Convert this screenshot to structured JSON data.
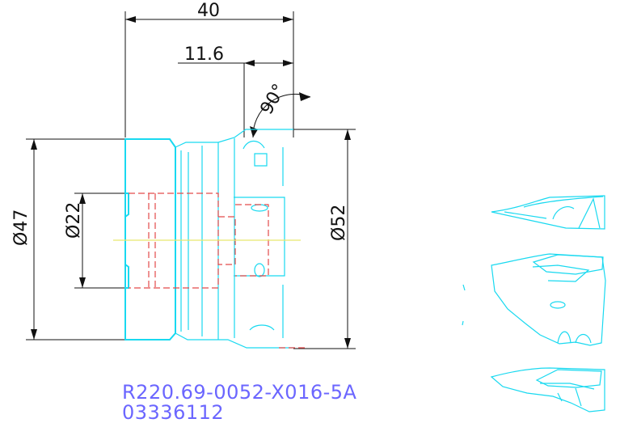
{
  "dimensions": {
    "overall_length": "40",
    "offset_length": "11.6",
    "angle": "90°",
    "diameter_47": "Ø47",
    "diameter_22": "Ø22",
    "diameter_52": "Ø52"
  },
  "part": {
    "code": "R220.69-0052-X016-5A",
    "number": "03336112"
  },
  "colors": {
    "outline": "#19d9f0",
    "hidden": "#e34a4a",
    "centerline": "#e7e86d",
    "dimension": "#111111",
    "label": "#6b66ff"
  }
}
